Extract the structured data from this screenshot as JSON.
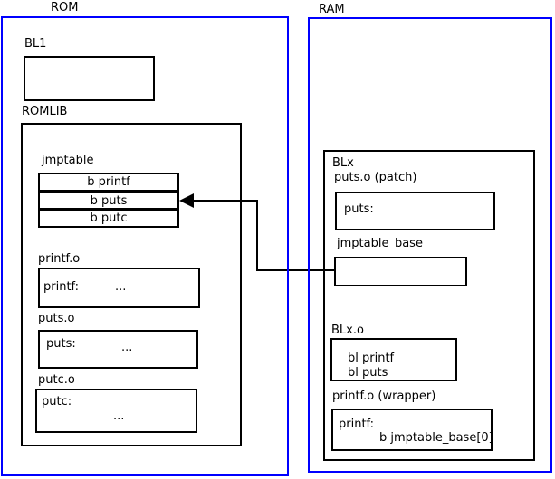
{
  "colors": {
    "region_frame": "#0000ff",
    "box_border": "#000000",
    "background": "#ffffff",
    "text": "#000000"
  },
  "rom": {
    "label": "ROM",
    "bl1": {
      "label": "BL1"
    },
    "romlib": {
      "label": "ROMLIB",
      "jmptable": {
        "label": "jmptable",
        "rows": [
          "b printf",
          "b puts",
          "b putc"
        ]
      },
      "printf_o": {
        "label": "printf.o",
        "symbol": "printf:",
        "body": "..."
      },
      "puts_o": {
        "label": "puts.o",
        "symbol": "puts:",
        "body": "..."
      },
      "putc_o": {
        "label": "putc.o",
        "symbol": "putc:",
        "body": "..."
      }
    }
  },
  "ram": {
    "label": "RAM",
    "blx": {
      "label": "BLx",
      "puts_patch": {
        "label": "puts.o (patch)",
        "symbol": "puts:"
      },
      "jmptable_base": {
        "label": "jmptable_base"
      },
      "blx_o": {
        "label": "BLx.o",
        "lines": [
          "bl printf",
          "bl puts"
        ]
      },
      "printf_wrapper": {
        "label": "printf.o (wrapper)",
        "symbol": "printf:",
        "body": "b jmptable_base[0]"
      }
    }
  },
  "connector": {
    "description": "arrow from jmptable_base box (RAM) to the 'b puts' jmptable row (ROM)"
  }
}
